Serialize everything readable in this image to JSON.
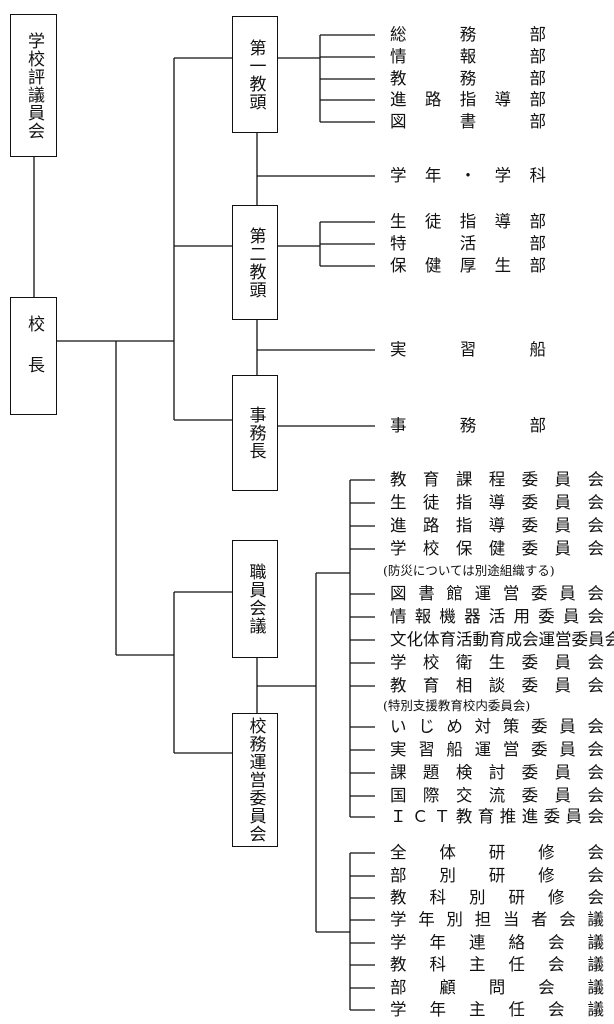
{
  "boxes": {
    "council": "学校評議員会",
    "principal": "校長",
    "vp1": "第一教頭",
    "vp2": "第二教頭",
    "office_head": "事務長",
    "staff_meeting": "職員会議",
    "management_committee": "校務運営委員会"
  },
  "vp1_departments": [
    "総務部",
    "情報部",
    "教務部",
    "進路指導部",
    "図書部"
  ],
  "grade_subject": "学年・学科",
  "vp2_departments": [
    "生徒指導部",
    "特活部",
    "保健厚生部"
  ],
  "training_ship": "実習船",
  "office_department": "事務部",
  "committees": [
    "教育課程委員会",
    "生徒指導委員会",
    "進路指導委員会",
    "学校保健委員会",
    "(防災については別途組織する)",
    "図書館運営委員会",
    "情報機器活用委員会",
    "文化体育活動育成会運営委員会",
    "学校衛生委員会",
    "教育相談委員会",
    "(特別支援教育校内委員会)",
    "いじめ対策委員会",
    "実習船運営委員会",
    "課題検討委員会",
    "国際交流委員会",
    "ＩＣＴ教育推進委員会"
  ],
  "meetings": [
    "全体研修会",
    "部別研修会",
    "教科別研修会",
    "学年別担当者会議",
    "学年連絡会議",
    "教科主任会議",
    "部顧問会議",
    "学年主任会議"
  ]
}
